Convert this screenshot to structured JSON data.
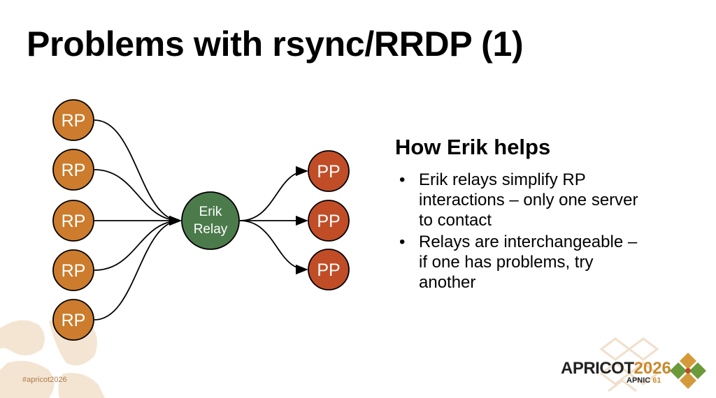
{
  "slide": {
    "title": "Problems with rsync/RRDP (1)",
    "hashtag": "#apricot2026"
  },
  "diagram": {
    "rp_nodes": [
      "RP",
      "RP",
      "RP",
      "RP",
      "RP"
    ],
    "relay_label_line1": "Erik",
    "relay_label_line2": "Relay",
    "pp_nodes": [
      "PP",
      "PP",
      "PP"
    ],
    "colors": {
      "rp": "#cc7c2c",
      "relay": "#4b7a4b",
      "pp": "#c14d27",
      "stroke": "#000000"
    }
  },
  "panel": {
    "heading": "How Erik helps",
    "bullets": [
      [
        "Erik relays simplify RP",
        "interactions – only one server",
        "to contact"
      ],
      [
        "Relays are interchangeable –",
        "if one has problems, try",
        "another"
      ]
    ]
  },
  "logo": {
    "name": "APRICOT",
    "year": "2026",
    "sub_a": "APNIC",
    "sub_b": "61"
  }
}
